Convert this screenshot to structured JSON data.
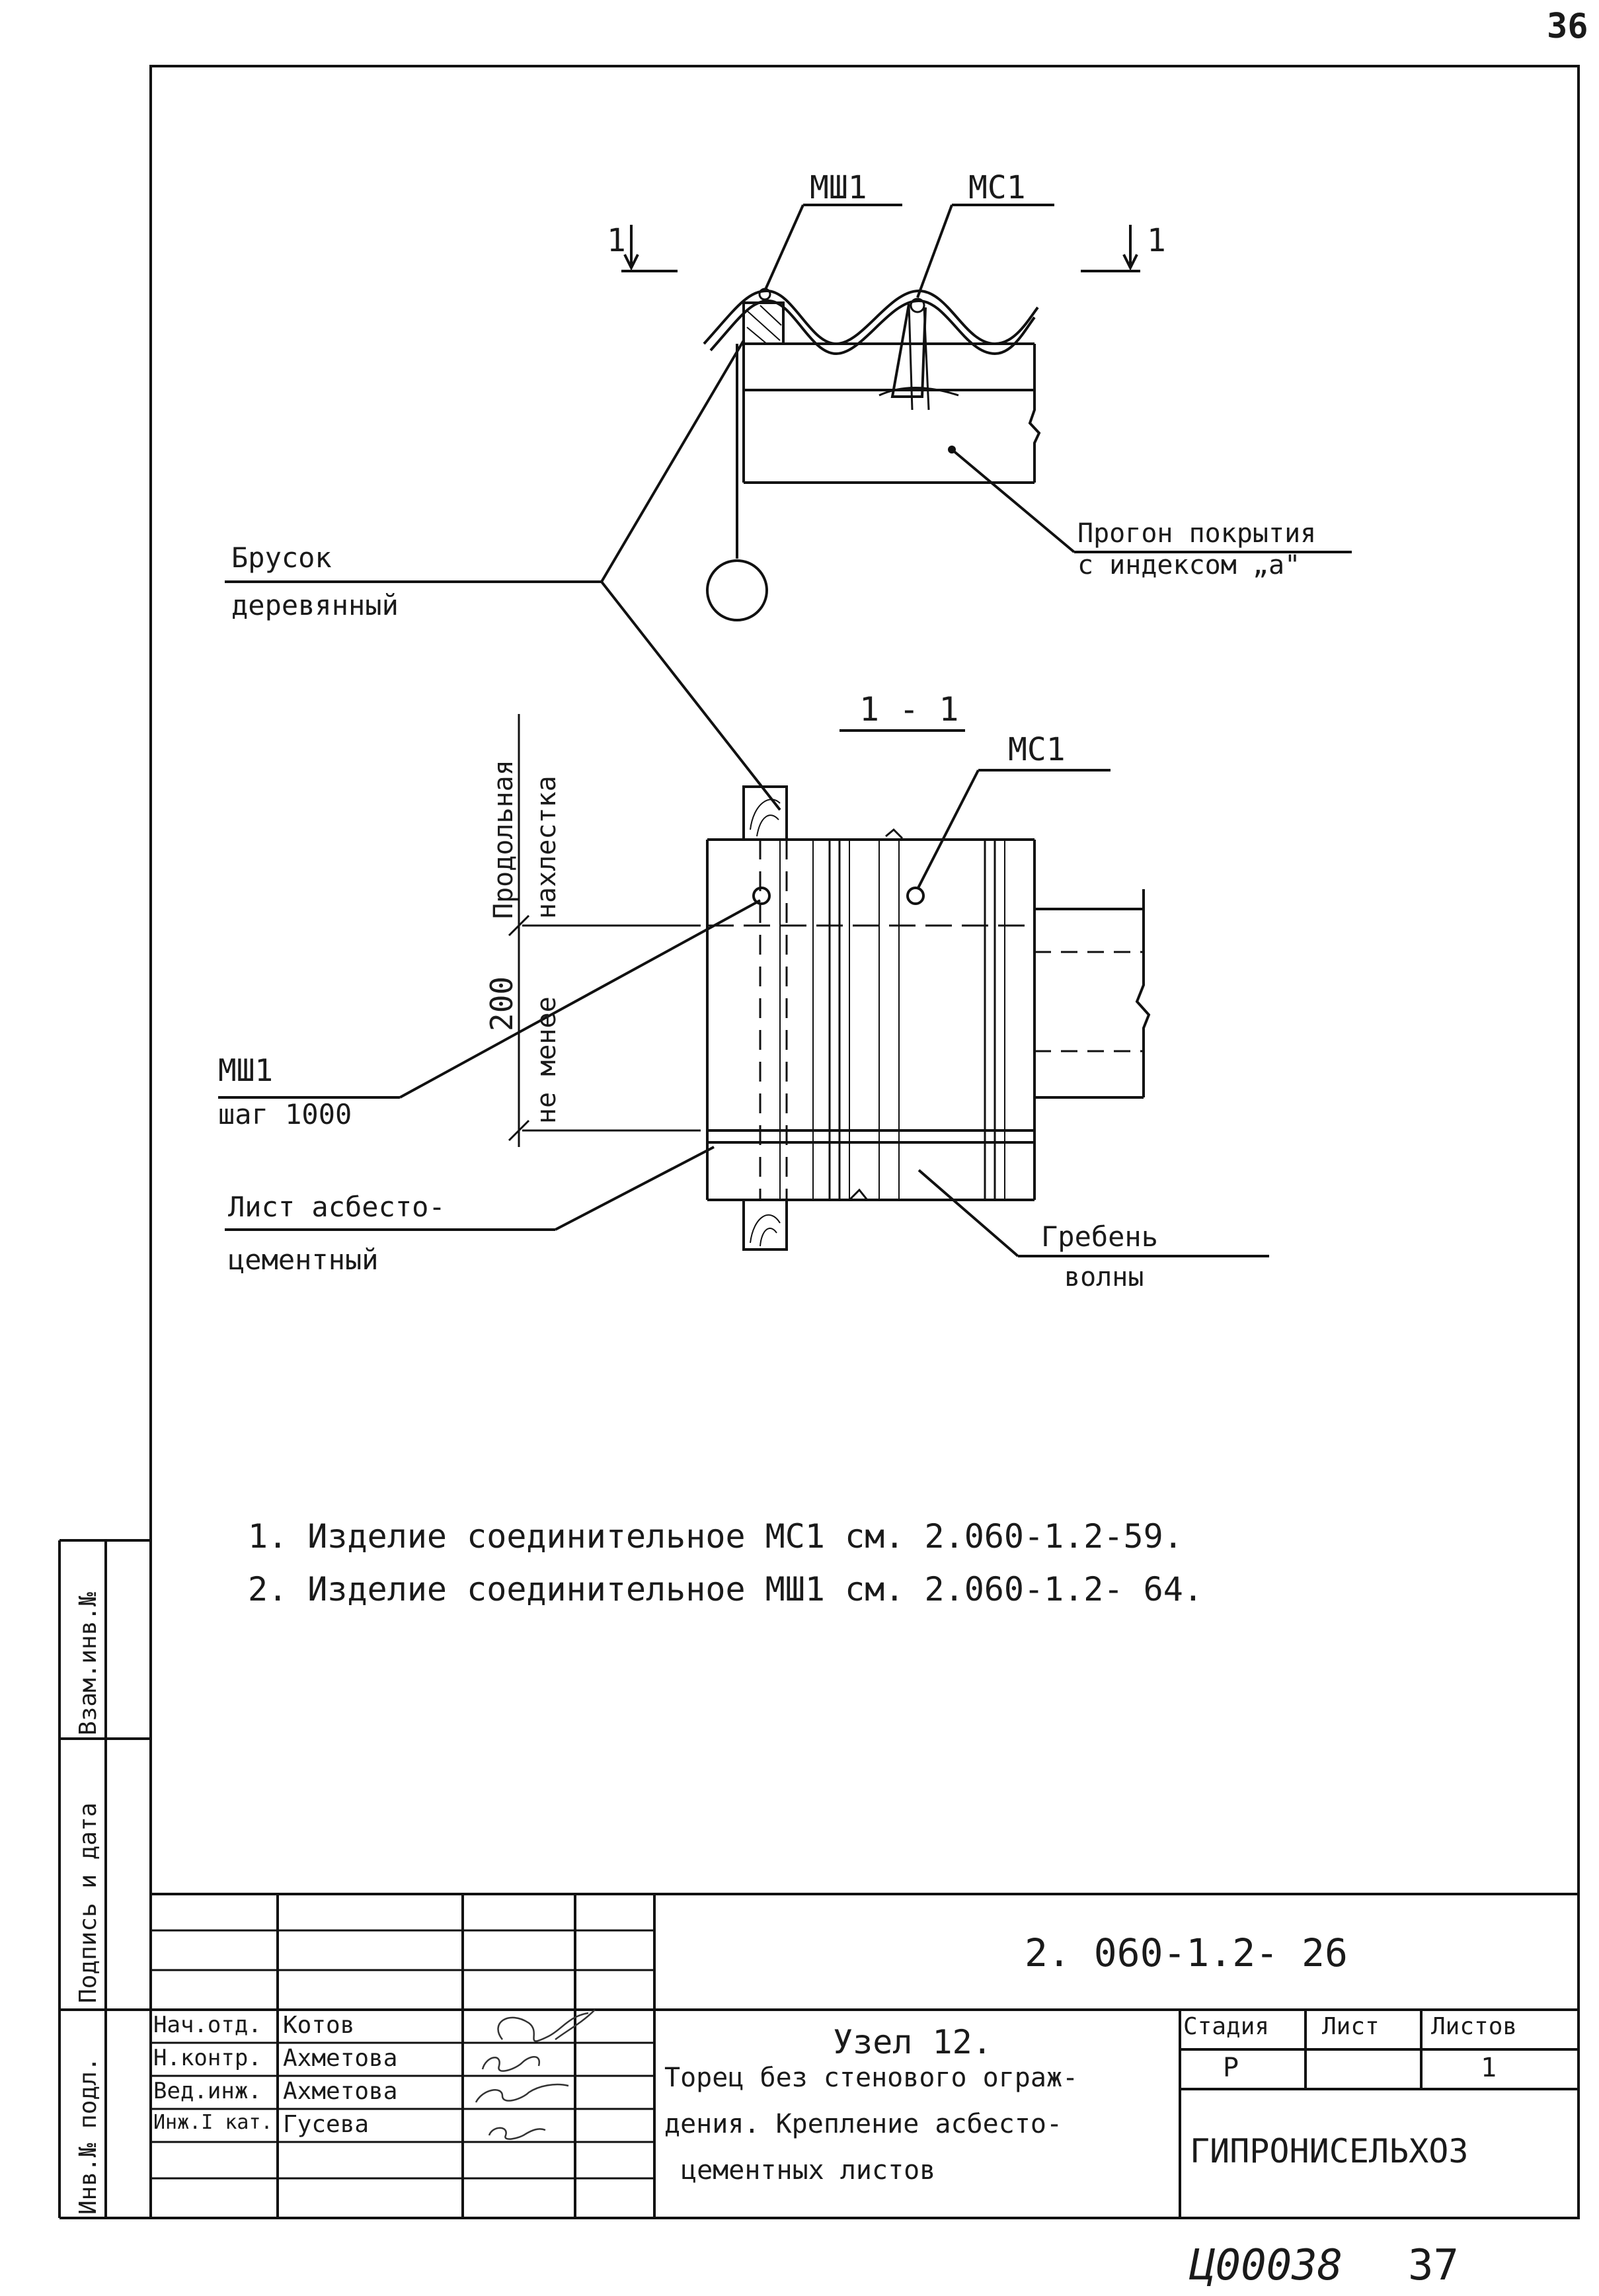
{
  "page_number_top": "36",
  "diagram": {
    "callouts": {
      "msh1_top": "МШ1",
      "ms1_top": "МС1",
      "section_mark_left": "1",
      "section_mark_right": "1",
      "prgon_line1": "Прогон покрытия",
      "prgon_line2": "с индексом „а\"",
      "brusok_line1": "Брусок",
      "brusok_line2": "деревянный",
      "section_title": "1 - 1",
      "ms1_section": "МС1",
      "overlap_line1": "Продольная",
      "overlap_line2": "нахлестка",
      "dim_value": "200",
      "dim_note": "не менее",
      "msh1_section": "МШ1",
      "msh1_step": "шаг 1000",
      "sheet_line1": "Лист асбесто-",
      "sheet_line2": "цементный",
      "crest_line1": "Гребень",
      "crest_line2": "волны"
    }
  },
  "notes": [
    "1. Изделие соединительное МС1 см. 2.060-1.2-59.",
    "2. Изделие соединительное МШ1 см. 2.060-1.2- 64."
  ],
  "side_stamp": {
    "col1": "Взам.инв.№",
    "col2": "Подпись и дата",
    "col3": "Инв.№ подл."
  },
  "title_block": {
    "designation": "2. 060-1.2- 26",
    "people": [
      {
        "role": "Нач.отд.",
        "name": "Котов"
      },
      {
        "role": "Н.контр.",
        "name": "Ахметова"
      },
      {
        "role": "Вед.инж.",
        "name": "Ахметова"
      },
      {
        "role": "Инж.I кат.",
        "name": "Гусева"
      }
    ],
    "node_title": "Узел 12.",
    "node_desc1": "Торец без стенового ограж-",
    "node_desc2": "дения. Крепление асбесто-",
    "node_desc3": "цементных листов",
    "stage_label": "Стадия",
    "sheet_label": "Лист",
    "sheets_label": "Листов",
    "stage_value": "Р",
    "sheets_value": "1",
    "organization": "ГИПРОНИСЕЛЬХОЗ"
  },
  "bottom_code": "Ц00038",
  "bottom_page": "37"
}
